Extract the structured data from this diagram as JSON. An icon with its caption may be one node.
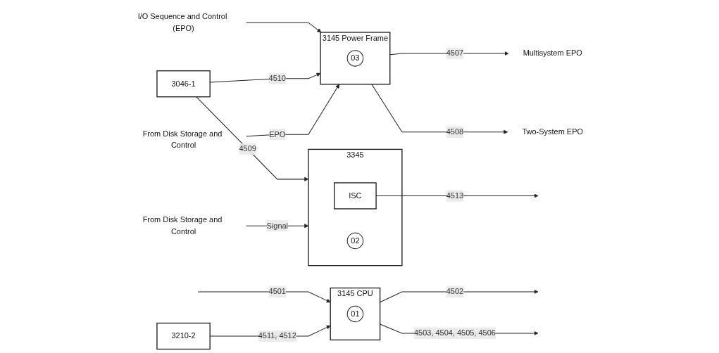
{
  "diagram": {
    "nodes": [
      {
        "text": [
          "I/O Sequence and Control (EPO)"
        ]
      },
      {
        "text": [
          "3046-1"
        ]
      },
      {
        "text": [
          "From Disk Storage and Control"
        ]
      },
      {
        "text": [
          "3145 Power Frame"
        ]
      },
      {
        "text": [
          "03"
        ],
        "in": 3
      },
      {
        "text": [
          "3345"
        ]
      },
      {
        "text": [
          "ISC"
        ],
        "in": 5
      },
      {
        "text": [
          "02"
        ],
        "in": 5
      },
      {
        "text": [
          "From Disk Storage and Control"
        ]
      },
      {
        "text": [
          "Multisystem EPO"
        ]
      },
      {
        "text": [
          "Two-System EPO"
        ]
      },
      {
        "text": [
          "3145 CPU"
        ]
      },
      {
        "text": [
          "01"
        ],
        "in": 11
      },
      {
        "text": [
          "3210-2"
        ]
      }
    ],
    "edges": [
      {
        "from": 0,
        "to": 3,
        "arrow": "to"
      },
      {
        "from": 1,
        "to": 3,
        "label": "4510",
        "arrow": "to"
      },
      {
        "from": 1,
        "to": 5,
        "label": "4509",
        "arrow": "to"
      },
      {
        "from": 2,
        "to": 3,
        "label": "EPO",
        "arrow": "to"
      },
      {
        "from": 6,
        "to": null,
        "label": "4513",
        "arrow": "to"
      },
      {
        "from": 8,
        "to": 5,
        "label": "Signal",
        "arrow": "to"
      },
      {
        "from": 3,
        "to": 9,
        "label": "4507",
        "arrow": "to"
      },
      {
        "from": 3,
        "to": 10,
        "label": "4508",
        "arrow": "to"
      },
      {
        "from": 11,
        "to": null,
        "label": "4502",
        "arrow": "to"
      },
      {
        "from": null,
        "to": 11,
        "label": "4501",
        "arrow": "to"
      },
      {
        "from": 11,
        "to": null,
        "label": "4503, 4504, 4505, 4506",
        "arrow": "to"
      },
      {
        "from": 13,
        "to": 11,
        "label": "4511, 4512",
        "arrow": "to"
      }
    ]
  }
}
